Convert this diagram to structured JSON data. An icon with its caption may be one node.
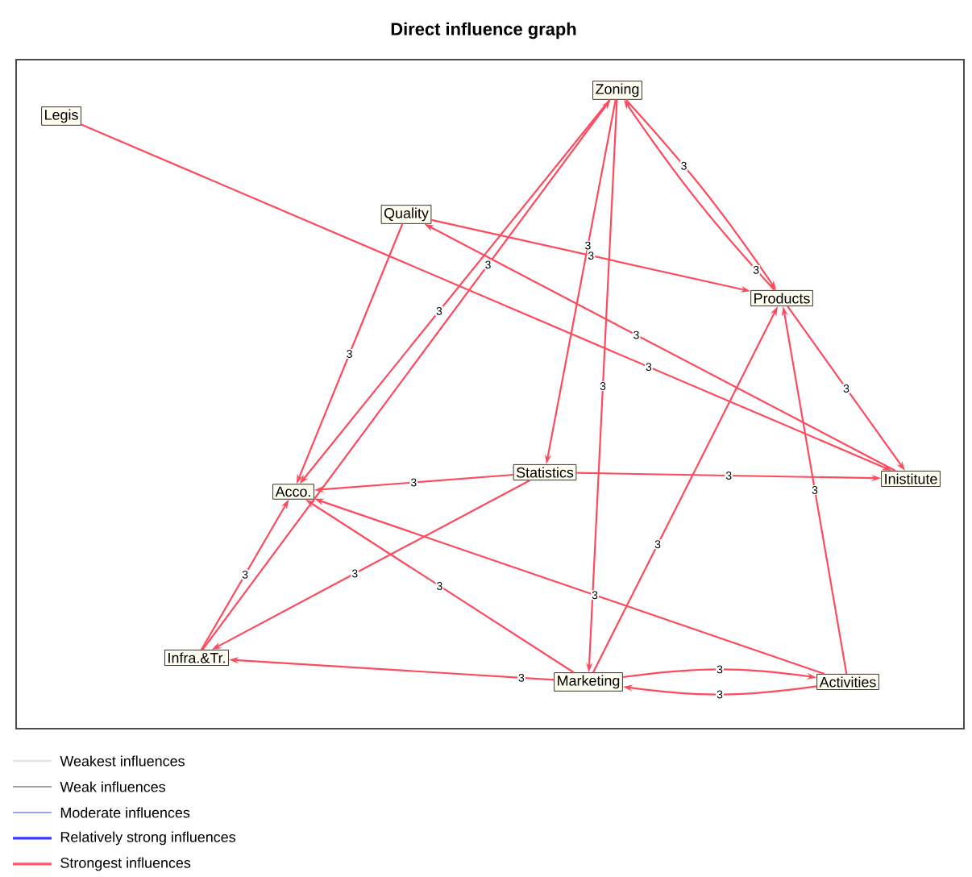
{
  "diagram": {
    "title": "Direct influence graph",
    "nodes": [
      {
        "text": [
          "Legis"
        ]
      },
      {
        "text": [
          "Zoning"
        ]
      },
      {
        "text": [
          "Quality"
        ]
      },
      {
        "text": [
          "Products"
        ]
      },
      {
        "text": [
          "Statistics"
        ]
      },
      {
        "text": [
          "Acco."
        ]
      },
      {
        "text": [
          "Inistitute"
        ]
      },
      {
        "text": [
          "Infra.&Tr."
        ]
      },
      {
        "text": [
          "Marketing"
        ]
      },
      {
        "text": [
          "Activities"
        ]
      }
    ],
    "edges": [
      {
        "from": 0,
        "to": 6,
        "arrow": "to",
        "label": "3"
      },
      {
        "from": 1,
        "to": 3,
        "arrow": "to",
        "label": "3"
      },
      {
        "from": 3,
        "to": 1,
        "arrow": "to",
        "label": "3"
      },
      {
        "from": 2,
        "to": 3,
        "arrow": "to",
        "label": "3"
      },
      {
        "from": 6,
        "to": 2,
        "arrow": "to",
        "label": "3"
      },
      {
        "from": 2,
        "to": 5,
        "arrow": "to",
        "label": "3"
      },
      {
        "from": 1,
        "to": 5,
        "arrow": "to",
        "label": "3"
      },
      {
        "from": 7,
        "to": 1,
        "arrow": "to",
        "label": "3"
      },
      {
        "from": 1,
        "to": 4,
        "arrow": "to",
        "label": "3"
      },
      {
        "from": 1,
        "to": 8,
        "arrow": "to",
        "label": "3"
      },
      {
        "from": 4,
        "to": 5,
        "arrow": "to",
        "label": "3"
      },
      {
        "from": 4,
        "to": 6,
        "arrow": "to",
        "label": "3"
      },
      {
        "from": 4,
        "to": 7,
        "arrow": "to",
        "label": "3"
      },
      {
        "from": 7,
        "to": 5,
        "arrow": "to",
        "label": "3"
      },
      {
        "from": 8,
        "to": 5,
        "arrow": "to",
        "label": "3"
      },
      {
        "from": 9,
        "to": 5,
        "arrow": "to",
        "label": "3"
      },
      {
        "from": 8,
        "to": 7,
        "arrow": "to",
        "label": "3"
      },
      {
        "from": 8,
        "to": 3,
        "arrow": "to",
        "label": "3"
      },
      {
        "from": 9,
        "to": 3,
        "arrow": "to",
        "label": "3"
      },
      {
        "from": 3,
        "to": 6,
        "arrow": "to",
        "label": "3"
      },
      {
        "from": 8,
        "to": 9,
        "arrow": "to",
        "label": "3"
      },
      {
        "from": 9,
        "to": 8,
        "arrow": "to",
        "label": "3"
      }
    ],
    "legend": [
      {
        "text": "Weakest influences"
      },
      {
        "text": "Weak influences"
      },
      {
        "text": "Moderate influences"
      },
      {
        "text": "Relatively strong influences"
      },
      {
        "text": "Strongest influences"
      }
    ]
  }
}
